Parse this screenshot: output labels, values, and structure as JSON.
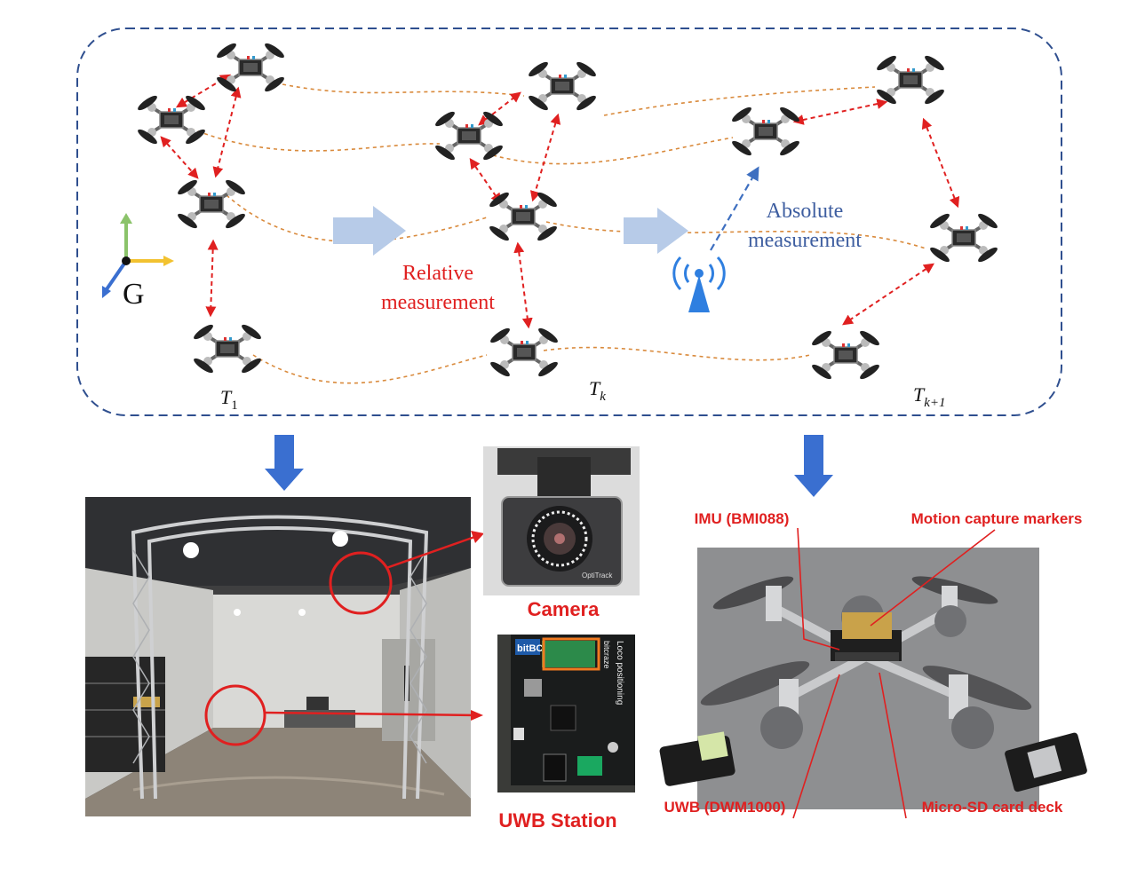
{
  "frame_label": "G",
  "time_labels": {
    "t1": {
      "base": "T",
      "sub": "1"
    },
    "tk": {
      "base": "T",
      "sub": "k"
    },
    "tk1": {
      "base": "T",
      "sub": "k+1"
    }
  },
  "relative_label": {
    "line1": "Relative",
    "line2": "measurement"
  },
  "absolute_label": {
    "line1": "Absolute",
    "line2": "measurement"
  },
  "photo_labels": {
    "camera": "Camera",
    "uwb_station": "UWB Station",
    "camera_brand": "OptiTrack",
    "pcb_brand": "bitcraze",
    "pcb_text": "Loco positioning"
  },
  "drone_callouts": {
    "imu": "IMU (BMI088)",
    "markers": "Motion capture markers",
    "uwb": "UWB (DWM1000)",
    "sd": "Micro-SD card deck"
  },
  "colors": {
    "frame_border": "#2f4f8f",
    "relative": "#e02020",
    "trajectory": "#d98a3c",
    "absolute": "#3e6fc0",
    "arrow_fill": "#b7cbe8",
    "down_arrow": "#3a6fd0"
  }
}
